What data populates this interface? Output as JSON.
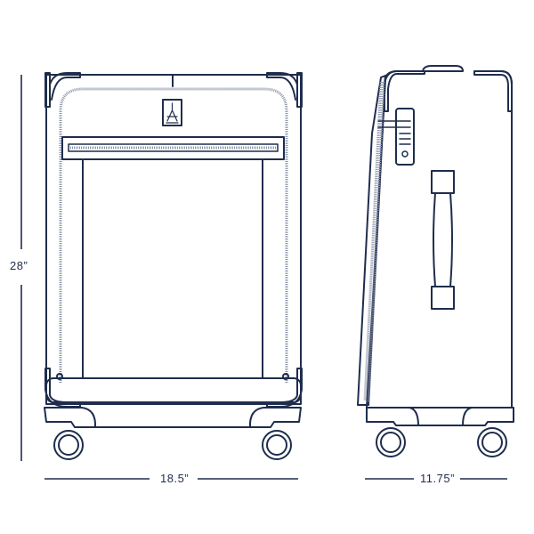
{
  "dimensions": {
    "height": "28”",
    "width": "18.5”",
    "depth": "11.75”"
  },
  "colors": {
    "line": "#1f2d4d",
    "zipper": "#8a93a8"
  },
  "views": [
    "front-view",
    "side-view"
  ]
}
